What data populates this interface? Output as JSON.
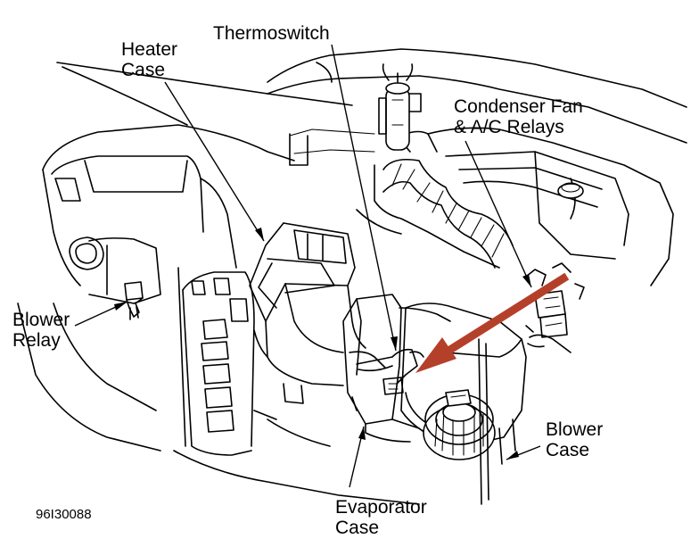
{
  "labels": {
    "heater_case_l1": "Heater",
    "heater_case_l2": "Case",
    "thermoswitch": "Thermoswitch",
    "condenser_l1": "Condenser Fan",
    "condenser_l2": "& A/C Relays",
    "blower_relay_l1": "Blower",
    "blower_relay_l2": "Relay",
    "blower_case_l1": "Blower",
    "blower_case_l2": "Case",
    "evaporator_l1": "Evaporator",
    "evaporator_l2": "Case"
  },
  "figure_code": "96I30088",
  "colors": {
    "line": "#000000",
    "highlight_arrow": "#b5402a",
    "background": "#ffffff"
  }
}
